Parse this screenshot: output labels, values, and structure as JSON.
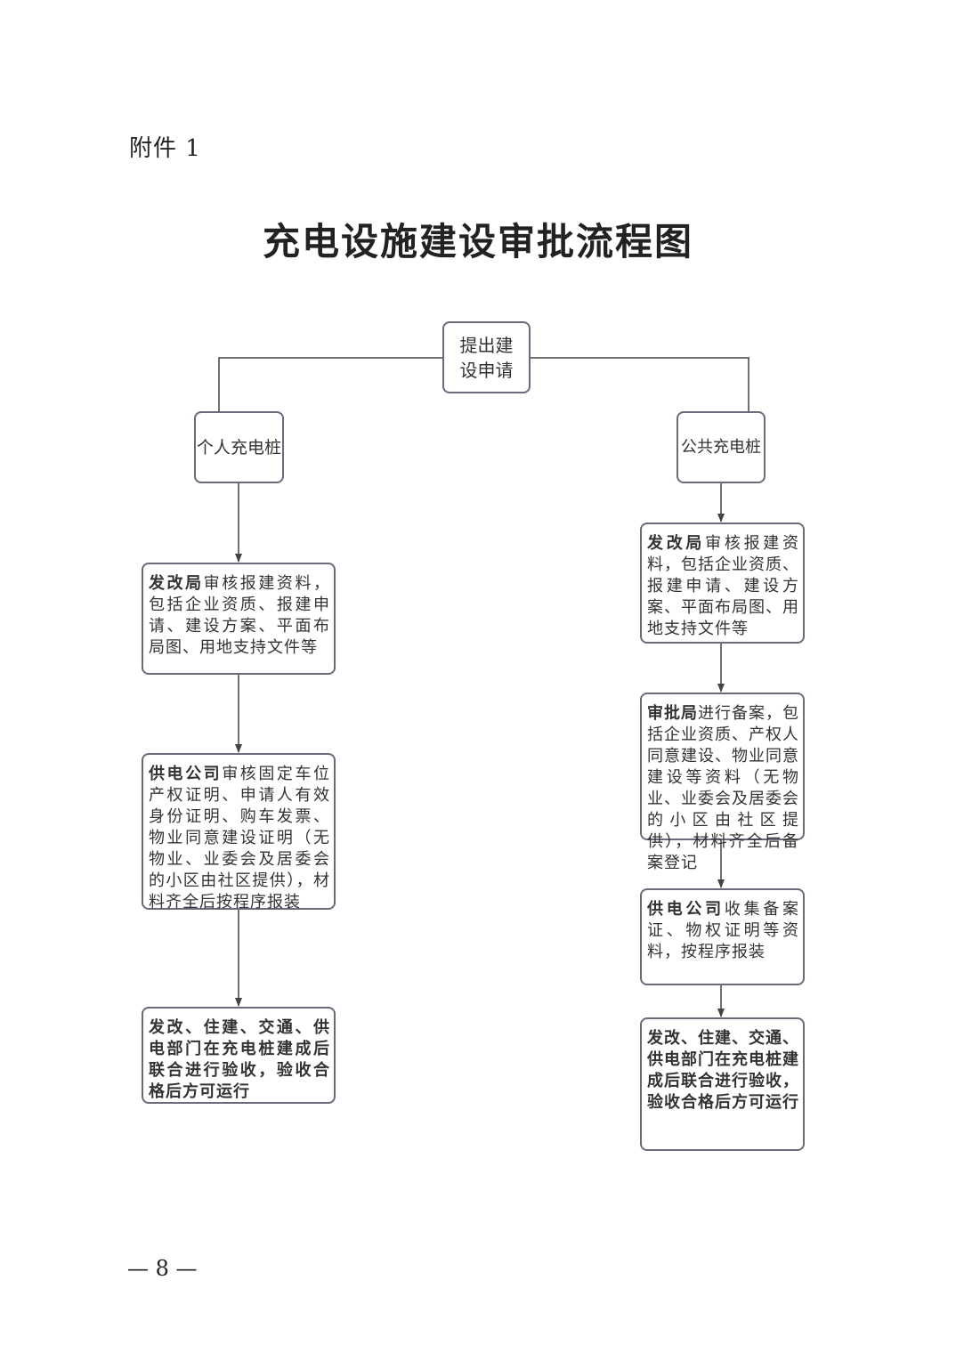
{
  "header": {
    "attachment": "附件 1"
  },
  "title": "充电设施建设审批流程图",
  "flow": {
    "root": "提出建设申请",
    "left_branch": {
      "label": "个人充电桩",
      "steps": [
        {
          "lead": "发改局",
          "text": "审核报建资料，包括企业资质、报建申请、建设方案、平面布局图、用地支持文件等"
        },
        {
          "lead": "供电公司",
          "text": "审核固定车位产权证明、申请人有效身份证明、购车发票、物业同意建设证明（无物业、业委会及居委会的小区由社区提供），材料齐全后按程序报装"
        },
        {
          "lead": "",
          "text": "发改、住建、交通、供电部门在充电桩建成后联合进行验收，验收合格后方可运行"
        }
      ]
    },
    "right_branch": {
      "label": "公共充电桩",
      "steps": [
        {
          "lead": "发改局",
          "text": "审核报建资料，包括企业资质、报建申请、建设方案、平面布局图、用地支持文件等"
        },
        {
          "lead": "审批局",
          "text": "进行备案，包括企业资质、产权人同意建设、物业同意建设等资料（无物业、业委会及居委会的小区由社区提供），材料齐全后备案登记"
        },
        {
          "lead": "供电公司",
          "text": "收集备案证、物权证明等资料，按程序报装"
        },
        {
          "lead": "",
          "text": "发改、住建、交通、供电部门在充电桩建成后联合进行验收，验收合格后方可运行"
        }
      ]
    }
  },
  "footer": {
    "page": "— 8 —"
  },
  "colors": {
    "border": "#6a6a7a",
    "line": "#444444"
  }
}
